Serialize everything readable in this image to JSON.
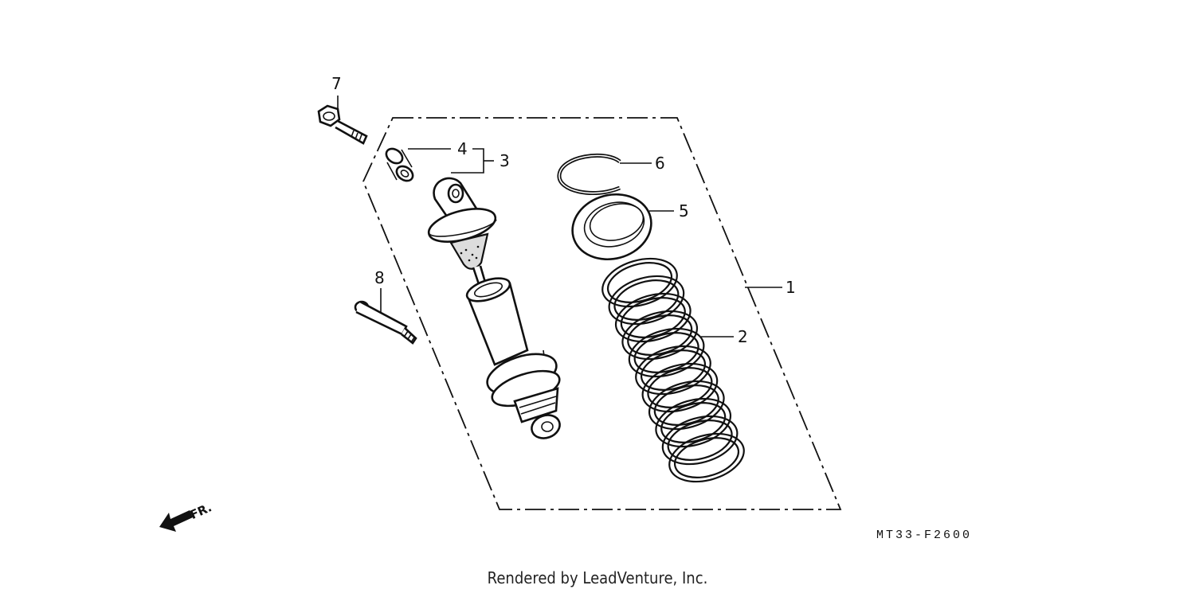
{
  "callouts": {
    "c1": "1",
    "c2": "2",
    "c3": "3",
    "c4": "4",
    "c5": "5",
    "c6": "6",
    "c7": "7",
    "c8": "8"
  },
  "direction_label": "FR.",
  "diagram_code": "MT33-F2600",
  "footer": "Rendered by LeadVenture, Inc."
}
